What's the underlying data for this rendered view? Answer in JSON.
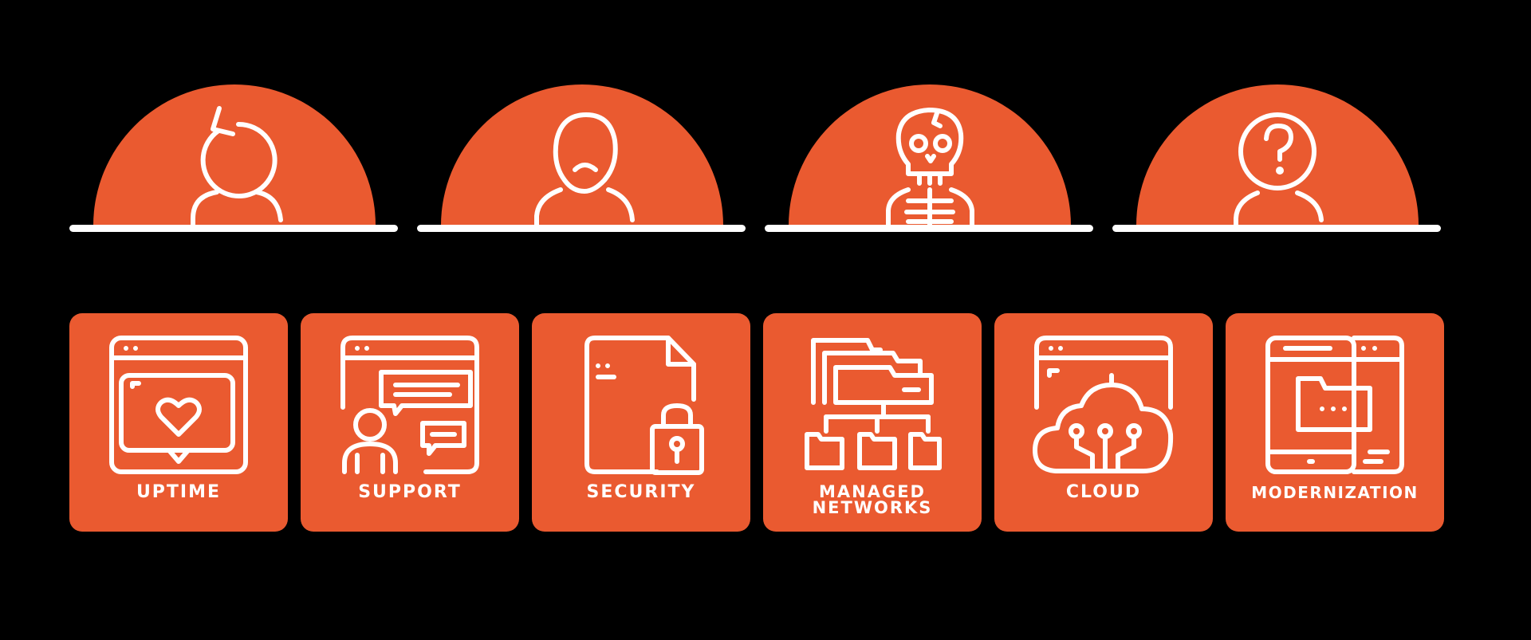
{
  "colors": {
    "background": "#000000",
    "accent": "#ea5a30",
    "line": "#ffffff"
  },
  "personas": [
    {
      "icon": "person-circular-arrow-icon"
    },
    {
      "icon": "person-frowning-icon"
    },
    {
      "icon": "skeleton-icon"
    },
    {
      "icon": "person-question-mark-icon"
    }
  ],
  "cards": [
    {
      "label": "UPTIME",
      "icon": "browser-heart-icon"
    },
    {
      "label": "SUPPORT",
      "icon": "person-chat-browser-icon"
    },
    {
      "label": "SECURITY",
      "icon": "document-padlock-icon"
    },
    {
      "label": "MANAGED\nNETWORKS",
      "label_line1": "MANAGED",
      "label_line2": "NETWORKS",
      "icon": "folder-network-icon"
    },
    {
      "label": "CLOUD",
      "icon": "browser-cloud-icon"
    },
    {
      "label": "MODERNIZATION",
      "icon": "devices-folder-icon"
    }
  ]
}
